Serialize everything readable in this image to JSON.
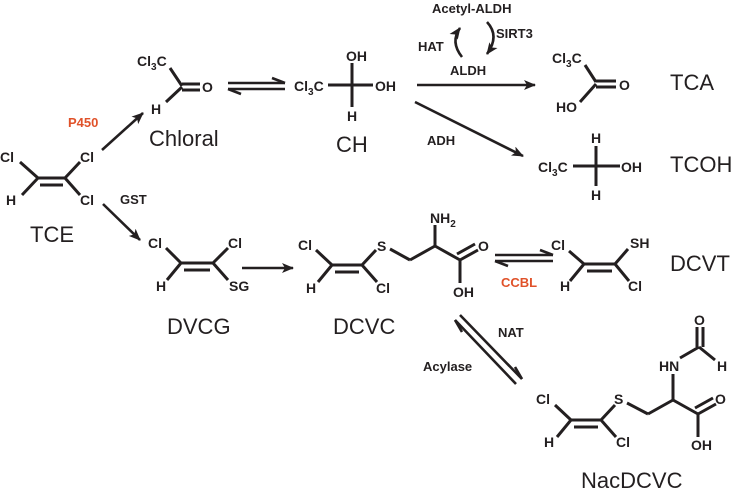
{
  "compounds": {
    "tce": {
      "name": "TCE",
      "atoms": {
        "cl1": "Cl",
        "cl2": "Cl",
        "cl3": "Cl",
        "h": "H"
      }
    },
    "chloral": {
      "name": "Chloral",
      "atoms": {
        "cl3c": "Cl",
        "sub3": "3",
        "c": "C",
        "o": "O",
        "h": "H"
      }
    },
    "ch": {
      "name": "CH",
      "atoms": {
        "cl3c": "Cl",
        "sub3": "3",
        "c": "C",
        "oh_top": "OH",
        "oh_right": "OH",
        "h": "H"
      }
    },
    "tca": {
      "name": "TCA",
      "atoms": {
        "cl3c": "Cl",
        "sub3": "3",
        "c": "C",
        "o": "O",
        "ho": "HO"
      }
    },
    "tcoh": {
      "name": "TCOH",
      "atoms": {
        "cl3c": "Cl",
        "sub3": "3",
        "c": "C",
        "oh": "OH",
        "h_top": "H",
        "h_bottom": "H"
      }
    },
    "dvcg": {
      "name": "DVCG",
      "atoms": {
        "cl1": "Cl",
        "cl2": "Cl",
        "h": "H",
        "sg": "SG"
      }
    },
    "dcvc": {
      "name": "DCVC",
      "atoms": {
        "cl1": "Cl",
        "cl2": "Cl",
        "h": "H",
        "s": "S",
        "nh2": "NH",
        "sub2": "2",
        "o": "O",
        "oh": "OH"
      }
    },
    "dcvt": {
      "name": "DCVT",
      "atoms": {
        "cl1": "Cl",
        "cl2": "Cl",
        "h": "H",
        "sh": "SH"
      }
    },
    "nacdcvc": {
      "name": "NacDCVC",
      "atoms": {
        "cl1": "Cl",
        "cl2": "Cl",
        "h": "H",
        "s": "S",
        "hn": "HN",
        "o_formyl": "O",
        "h_formyl": "H",
        "o": "O",
        "oh": "OH"
      }
    }
  },
  "enzymes": {
    "p450": "P450",
    "gst": "GST",
    "hat": "HAT",
    "sirt3": "SIRT3",
    "acetyl_aldh": "Acetyl-ALDH",
    "aldh": "ALDH",
    "adh": "ADH",
    "ccbl": "CCBL",
    "nat": "NAT",
    "acylase": "Acylase"
  },
  "colors": {
    "ink": "#231f20",
    "highlight": "#e0522a"
  }
}
